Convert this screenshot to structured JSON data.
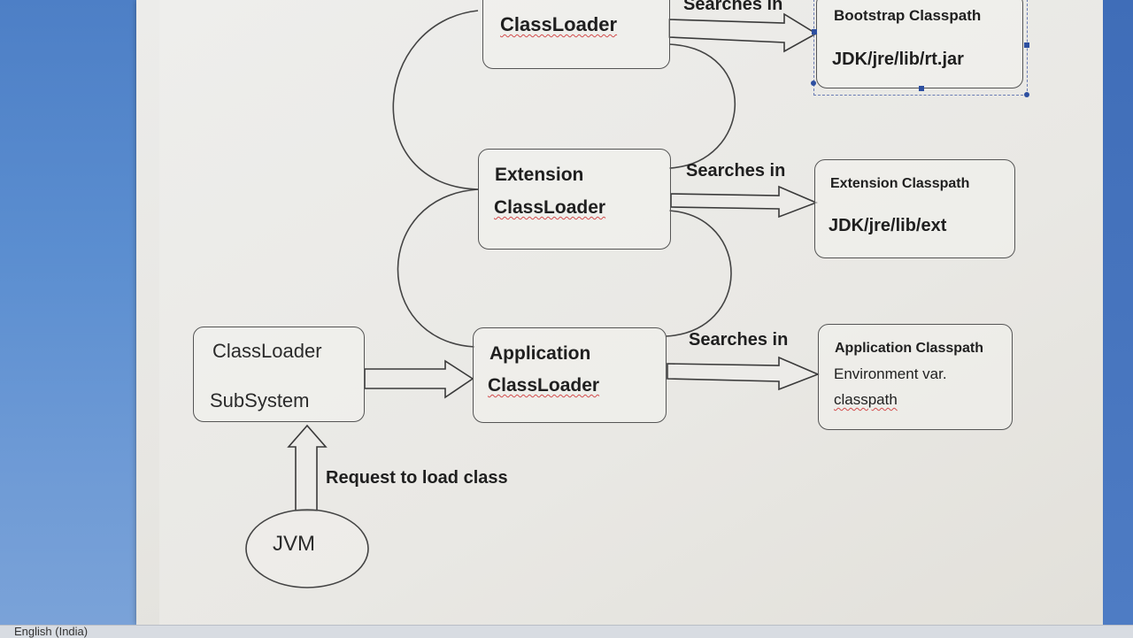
{
  "status_bar": {
    "language": "English (India)"
  },
  "diagram": {
    "bootstrap_loader": {
      "line2": "ClassLoader"
    },
    "bootstrap_classpath": {
      "title": "Bootstrap Classpath",
      "path": "JDK/jre/lib/rt.jar"
    },
    "extension_loader": {
      "line1": "Extension",
      "line2": "ClassLoader"
    },
    "extension_classpath": {
      "title": "Extension Classpath",
      "path": "JDK/jre/lib/ext"
    },
    "application_loader": {
      "line1": "Application",
      "line2": "ClassLoader"
    },
    "application_classpath": {
      "title": "Application Classpath",
      "line1": "Environment  var.",
      "line2": "classpath"
    },
    "classloader_subsystem": {
      "line1": "ClassLoader",
      "line2": "SubSystem"
    },
    "jvm": {
      "label": "JVM"
    },
    "arrow_labels": {
      "bootstrap": "Searches in",
      "extension": "Searches in",
      "application": "Searches in",
      "request": "Request to load class"
    }
  }
}
